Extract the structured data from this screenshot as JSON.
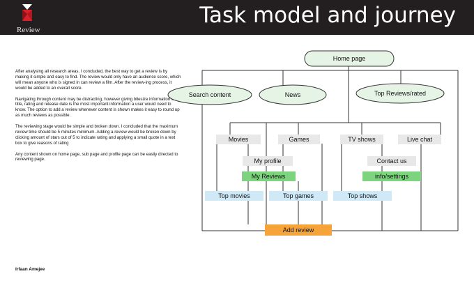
{
  "header": {
    "title": "Task model and journey",
    "logo_text": "Review"
  },
  "body_paragraphs": [
    "After analysing all research areas, I concluded, the best way to get a review is by making it simple and easy to find. The review would only have an audience score, which will mean anyone who is signed in can review a film. After the review-ing process, it would be added to an overall score.",
    "Navigating through content may be distracting, however giving bitesize information on title, rating and release date is the most important information a user would need to know. The option to add a review whenever content is shown makes it easy to round up as much reviews as possible.",
    "The reviewing stage would be simple and broken down. I concluded that the maximum review time should be 5 minutes minimum. Adding a review would be broken down by clicking amount of stars out of 5 to indicate rating and applying a small quote in a text box to give reasons of rating",
    "Any content shown on home page, sub page and profile page can be easily directed to reviewing page."
  ],
  "author": "Irfaan Amejee",
  "colors": {
    "header_bg": "#231f20",
    "ellipse_fill": "#e6f4e6",
    "gray_box": "#e8e8e8",
    "green_box": "#7ed37e",
    "blue_box": "#cfe9f7",
    "orange_box": "#f6a33a",
    "line": "#333333"
  },
  "diagram": {
    "home": "Home page",
    "search": "Search content",
    "news": "News",
    "top_reviews": "Top Reviews/rated",
    "movies": "Movies",
    "games": "Games",
    "tv_shows": "TV shows",
    "live_chat": "Live chat",
    "my_profile": "My profile",
    "contact_us": "Contact us",
    "my_reviews": "My Reviews",
    "info_settings": "info/settings",
    "top_movies": "Top movies",
    "top_games": "Top games",
    "top_shows": "Top shows",
    "add_review": "Add review"
  }
}
